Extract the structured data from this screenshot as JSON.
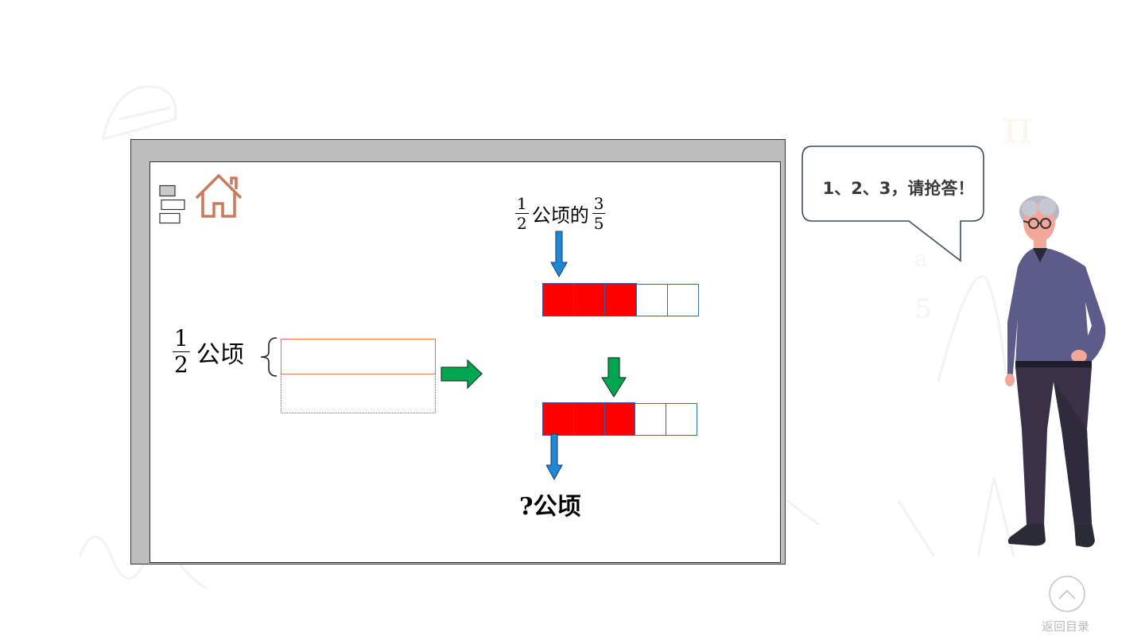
{
  "problem": {
    "top_label": {
      "fraction": {
        "numerator": "1",
        "denominator": "2"
      },
      "text": "公顷的",
      "fraction2": {
        "numerator": "3",
        "denominator": "5"
      }
    },
    "left_label": {
      "fraction": {
        "numerator": "1",
        "denominator": "2"
      },
      "text": "公顷"
    },
    "question": "?公顷",
    "bar_top": {
      "filled": 3,
      "total": 5
    },
    "bar_bottom": {
      "filled": 3,
      "total": 5
    }
  },
  "bubble": {
    "text": "1、2、3，请抢答！"
  },
  "nav": {
    "toc_label": "返回目录"
  },
  "colors": {
    "filled": "#ff0000",
    "green_arrow": "#00a650",
    "blue_arrow": "#1f88d6",
    "home_icon": "#c87a5a",
    "board_frame": "#bdbdbd"
  }
}
